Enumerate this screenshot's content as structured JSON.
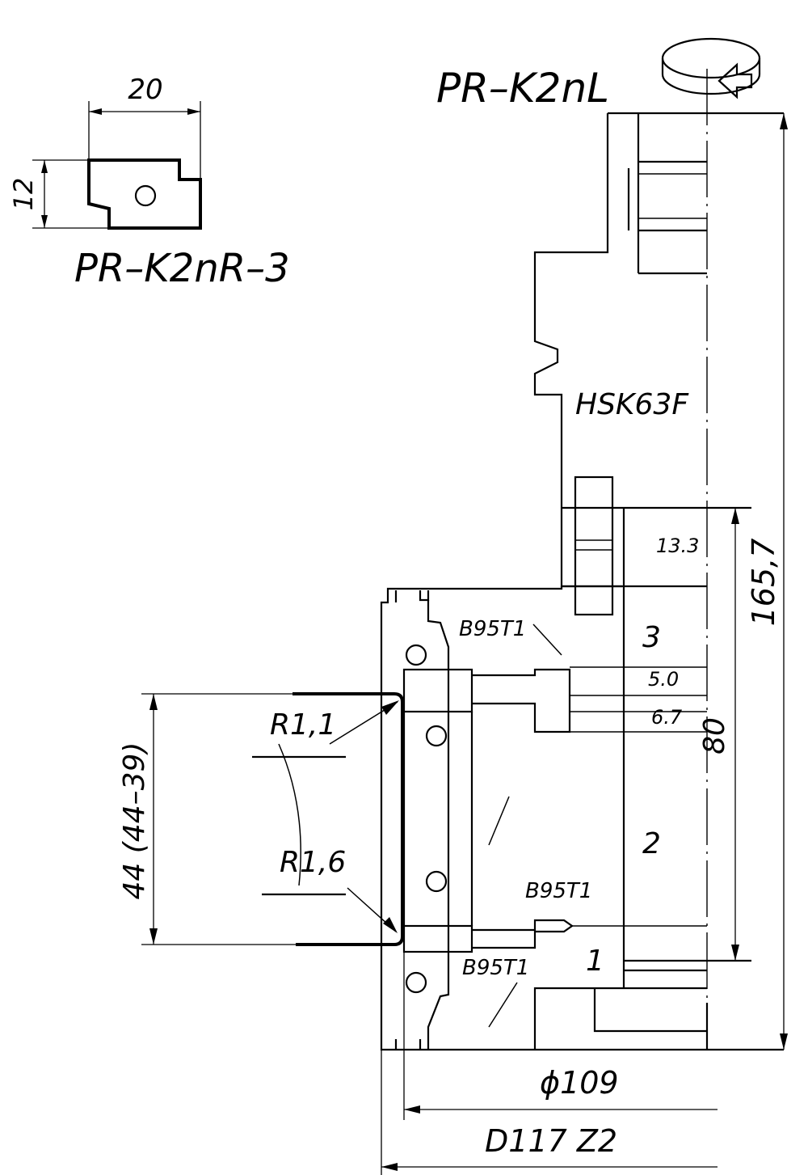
{
  "insert": {
    "width_label": "20",
    "height_label": "12",
    "name": "PR–K2nR–3"
  },
  "tool": {
    "name": "PR–K2nL",
    "holder": "HSK63F",
    "length_label": "165,7",
    "inner_length_label": "80",
    "part_labels": [
      "1",
      "2",
      "3"
    ],
    "material_labels": [
      "B95T1",
      "B95T1",
      "B95T1"
    ],
    "small_dims": [
      "13.3",
      "5.0",
      "6.7"
    ]
  },
  "profile": {
    "height_label": "44  (44–39)",
    "radius_top": "R1,1",
    "radius_bottom": "R1,6"
  },
  "diameters": {
    "inner": "ϕ109",
    "outer": "D117  Z2"
  }
}
